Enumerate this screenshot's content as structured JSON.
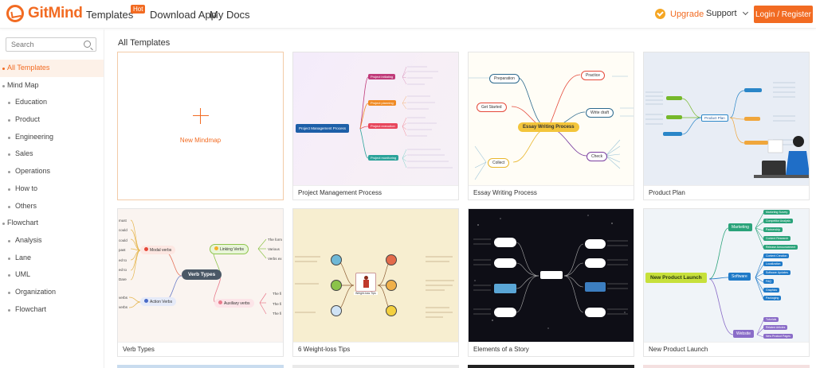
{
  "header": {
    "logo_text": "GitMind",
    "nav": [
      "Templates",
      "Download App",
      "My Docs"
    ],
    "hot_badge": "Hot",
    "upgrade": "Upgrade",
    "support": "Support",
    "login": "Login / Register",
    "brand_color": "#f26b22"
  },
  "sidebar": {
    "search_placeholder": "Search",
    "items": [
      {
        "label": "All Templates",
        "active": true
      },
      {
        "label": "Mind Map"
      },
      {
        "label": "Education"
      },
      {
        "label": "Product"
      },
      {
        "label": "Engineering"
      },
      {
        "label": "Sales"
      },
      {
        "label": "Operations"
      },
      {
        "label": "How to"
      },
      {
        "label": "Others"
      },
      {
        "label": "Flowchart"
      },
      {
        "label": "Analysis"
      },
      {
        "label": "Lane"
      },
      {
        "label": "UML"
      },
      {
        "label": "Organization"
      },
      {
        "label": "Flowchart"
      }
    ]
  },
  "main": {
    "title": "All Templates",
    "new_mindmap": "New Mindmap",
    "cards": [
      {
        "title": "Project Management Process",
        "center": "Project Management Process",
        "branches": [
          "Project initiating",
          "Project planning",
          "Project execution",
          "Project monitoring"
        ]
      },
      {
        "title": "Essay Writing Process",
        "center": "Essay Writing Process",
        "branches": [
          "Preparation",
          "Practice",
          "Get Started",
          "Write draft",
          "Collect",
          "Check"
        ]
      },
      {
        "title": "Product Plan",
        "center": "Product Plan"
      },
      {
        "title": "Verb Types",
        "center": "Verb Types",
        "branches": [
          "Modal verbs",
          "Linking Verbs",
          "Action Verbs",
          "Auxiliary verbs"
        ],
        "left_words": [
          "must",
          "could",
          "could",
          "past",
          "ed to",
          "ed to",
          "Dare",
          "verbs",
          "verbs"
        ],
        "right_words": [
          "The form",
          "Various",
          "Verbs ex",
          "The fi",
          "The fi",
          "The fi"
        ]
      },
      {
        "title": "6 Weight-loss Tips",
        "center": "Weight-loss Tips"
      },
      {
        "title": "Elements of a Story"
      },
      {
        "title": "New Product Launch",
        "center": "New Product Launch",
        "branches": [
          "Marketing",
          "Software",
          "Website"
        ],
        "leaves": [
          "Marketing Survey",
          "Competitor Analysis",
          "Partnership",
          "Content Research",
          "Release Announcement",
          "Content Creation",
          "Localization",
          "Software Updates",
          "FAQ",
          "Graphics",
          "Packaging",
          "Tutorials",
          "Related Articles",
          "New Product Pages"
        ]
      }
    ]
  }
}
